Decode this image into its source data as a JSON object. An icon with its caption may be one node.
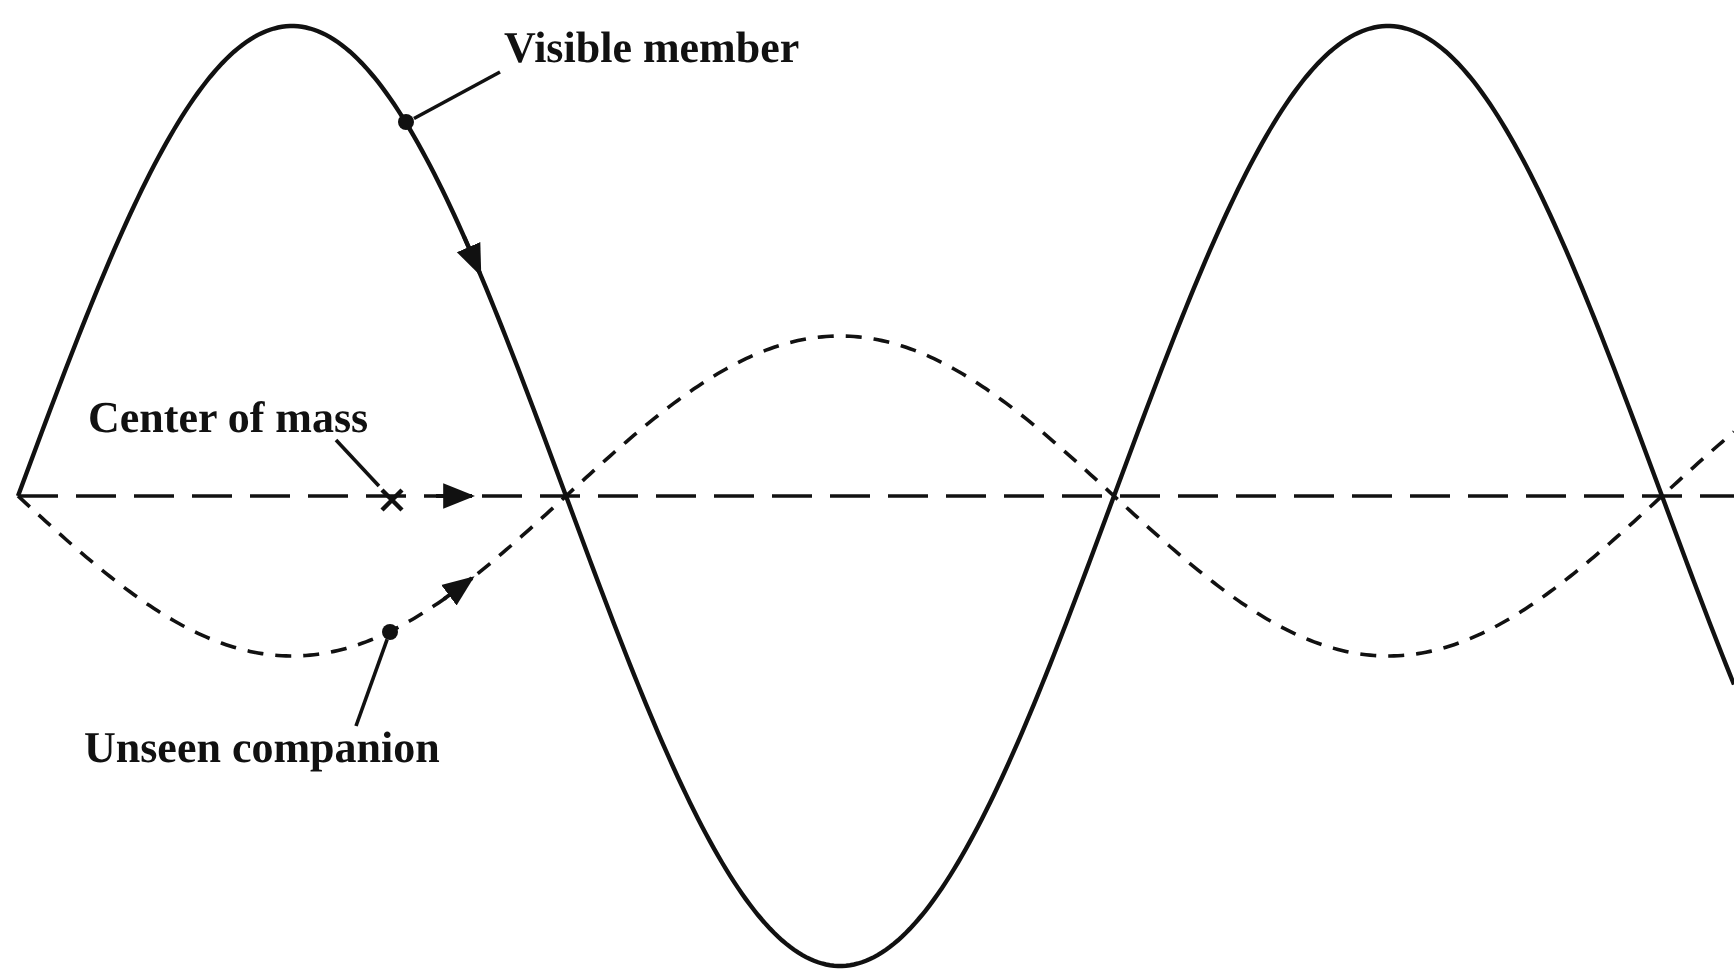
{
  "diagram": {
    "nodes": [
      {
        "text": [
          "Visible member"
        ]
      },
      {
        "text": [],
        "shape": "circle"
      },
      {
        "text": [
          "Center of mass"
        ]
      },
      {
        "text": [],
        "shape": "cross"
      },
      {
        "text": [
          "Unseen companion"
        ]
      },
      {
        "text": [],
        "shape": "circle"
      }
    ],
    "edges": [
      {
        "from": 0,
        "to": 1,
        "arrow": "none"
      },
      {
        "from": 2,
        "to": 3,
        "arrow": "none"
      },
      {
        "from": 4,
        "to": 5,
        "arrow": "none"
      }
    ]
  }
}
